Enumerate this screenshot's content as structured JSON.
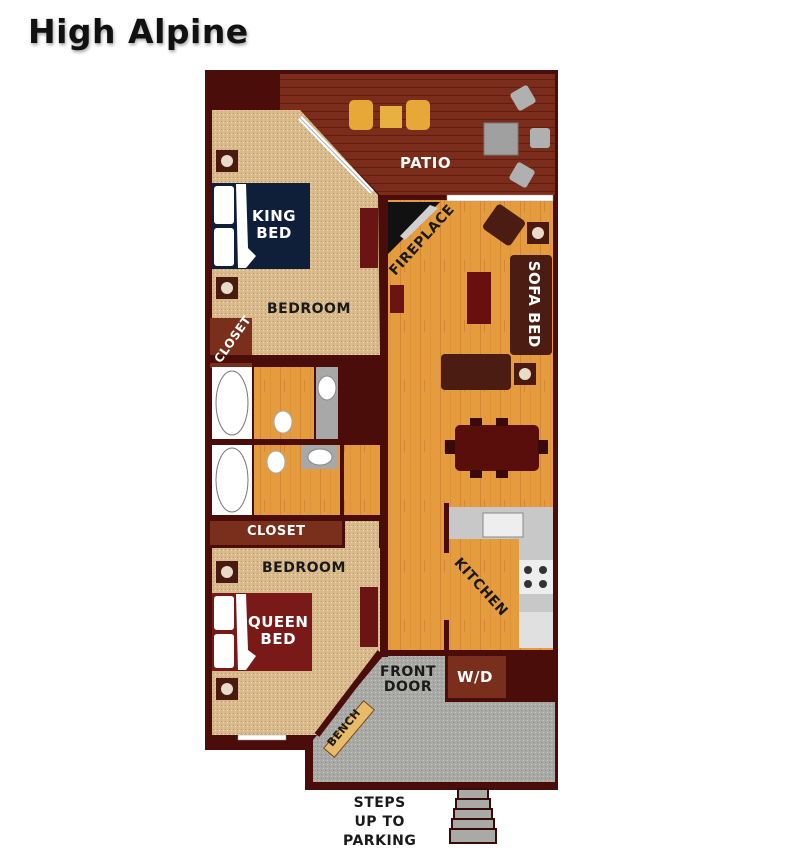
{
  "title": "High Alpine",
  "colors": {
    "wall": "#4a0d0a",
    "patio": "#7a2a18",
    "carpet": "#d8b98a",
    "wood": "#e39a3c",
    "tile": "#a8a8a8",
    "closet": "#7a2e1c",
    "king_bed": "#0f1f3a",
    "queen_bed": "#7a1a18",
    "sofa": "#4a1c12",
    "dining": "#5a0e0c"
  },
  "rooms": {
    "patio": "PATIO",
    "king_bed_line1": "KING",
    "king_bed_line2": "BED",
    "bedroom_top": "BEDROOM",
    "closet_top": "CLOSET",
    "fireplace": "FIREPLACE",
    "sofa_bed": "SOFA BED",
    "closet_mid": "CLOSET",
    "bedroom_bottom": "BEDROOM",
    "queen_bed_line1": "QUEEN",
    "queen_bed_line2": "BED",
    "kitchen": "KITCHEN",
    "front_door_line1": "FRONT",
    "front_door_line2": "DOOR",
    "wd": "W/D",
    "bench": "BENCH",
    "steps_line1": "STEPS",
    "steps_line2": "UP TO",
    "steps_line3": "PARKING"
  }
}
